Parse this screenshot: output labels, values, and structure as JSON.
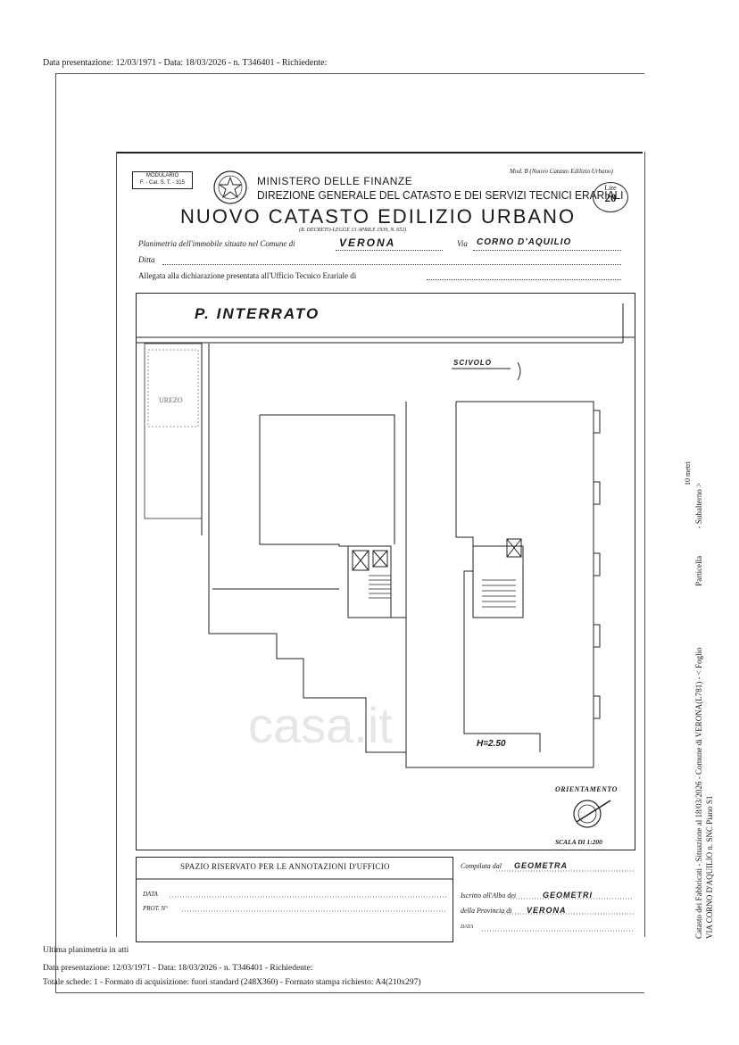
{
  "header": {
    "top_line": "Data presentazione: 12/03/1971 - Data: 18/03/2026 - n. T346401 - Richiedente:"
  },
  "form": {
    "modulario": "MODULARIO",
    "modulario_code": "F. - Cat. S. T. - 315",
    "ministry": "MINISTERO DELLE FINANZE",
    "direzione": "DIREZIONE GENERALE DEL CATASTO E DEI SERVIZI TECNICI ERARIALI",
    "title": "NUOVO CATASTO EDILIZIO URBANO",
    "decreto": "(R. DECRETO-LEGGE 13 APRILE 1939, N. 652)",
    "mod_b": "Mod. B (Nuovo Catasto Edilizio Urbano)",
    "lire_label": "Lire",
    "lire_value": "20",
    "planimetria_label": "Planimetria dell'immobile situato nel Comune di",
    "comune": "VERONA",
    "via_label": "Via",
    "via": "CORNO D'AQUILIO",
    "ditta_label": "Ditta",
    "allegata_label": "Allegata alla dichiarazione presentata all'Ufficio Tecnico Erariale di"
  },
  "plan": {
    "floor_label": "P. INTERRATO",
    "scivolo": "SCIVOLO",
    "stamp": "UREZO",
    "height": "H=2.50",
    "orientamento": "ORIENTAMENTO",
    "scala": "SCALA DI 1:200"
  },
  "notes": {
    "title": "SPAZIO RISERVATO PER LE ANNOTAZIONI D'UFFICIO",
    "data_label": "DATA",
    "prot_label": "PROT. N°"
  },
  "signature": {
    "compilata_label": "Compilata dal",
    "compilata_value": "GEOMETRA",
    "iscritto_label": "Iscritto all'Albo dei",
    "iscritto_value": "GEOMETRI",
    "provincia_label": "della Provincia di",
    "provincia_value": "VERONA",
    "data_label": "DATA"
  },
  "watermark": "casa.it",
  "side": {
    "line1": "Catasto dei Fabbricati - Situazione al 18/03/2026 - Comune di VERONA(L781) - < Foglio",
    "particella": "Particella",
    "subalterno": "- Subalterno >",
    "line2": "VIA CORNO D'AQUILIO n. SNC Piano S1",
    "metri": "10 metri"
  },
  "footer": {
    "ultima": "Ultima planimetria in atti",
    "line1": "Data presentazione: 12/03/1971 - Data: 18/03/2026 - n. T346401 - Richiedente:",
    "line2": "Totale schede: 1 - Formato di acquisizione: fuori standard (248X360) - Formato stampa richiesto: A4(210x297)"
  }
}
